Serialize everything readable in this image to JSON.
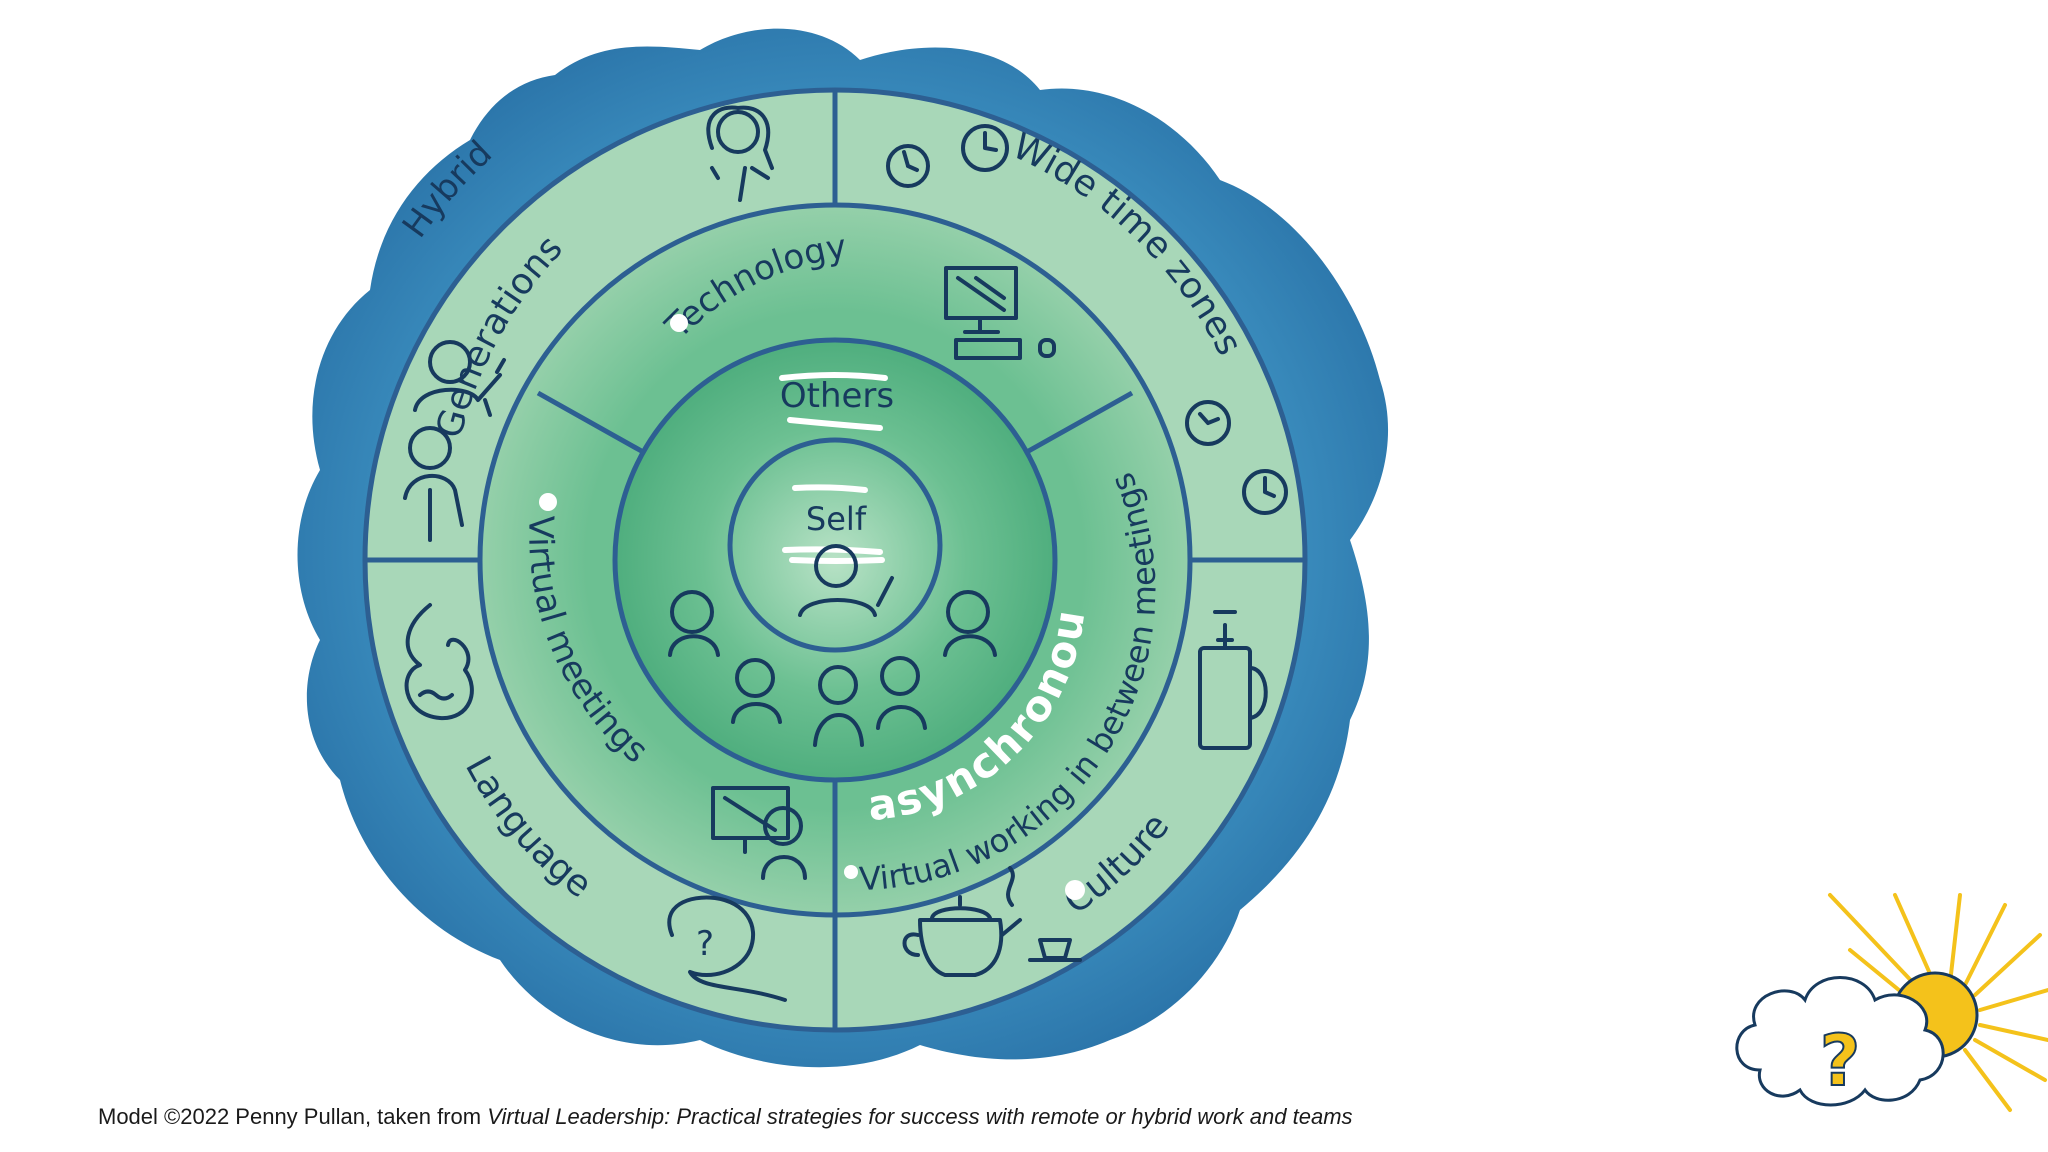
{
  "diagram": {
    "outer_label": "Hybrid",
    "ring_outer": [
      "Generations",
      "Wide time zones",
      "Culture",
      "Language"
    ],
    "ring_middle": [
      "Technology",
      "Virtual working in between meetings",
      "Virtual meetings"
    ],
    "ring_inner": "Others",
    "center": "Self",
    "annotation": "asynchronous"
  },
  "caption": {
    "prefix": "Model ©2022 Penny Pullan, taken from ",
    "book_title": "Virtual Leadership: Practical strategies for success with remote or hybrid work and teams"
  },
  "colors": {
    "blob": "#2f7fb0",
    "ring_outer": "#a9d8b9",
    "ring_middle": "#8dcca4",
    "inner": "#62b887",
    "lines": "#2d5f92",
    "ink": "#173a5e",
    "sun": "#f4c21b"
  },
  "icons": [
    "person-icon",
    "clock-icon",
    "computer-icon",
    "mug-icon",
    "teapot-icon",
    "question-bubble-icon",
    "bag-icon",
    "group-icon",
    "sun-icon",
    "cloud-question-icon"
  ]
}
